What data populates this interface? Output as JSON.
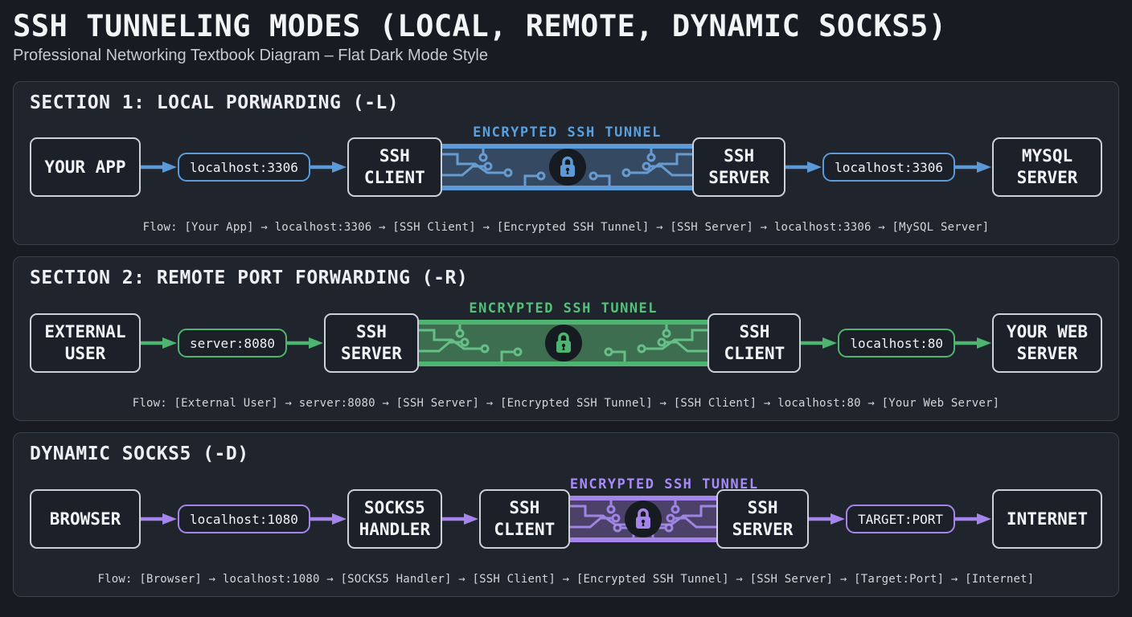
{
  "header": {
    "title": "SSH TUNNELING MODES (LOCAL, REMOTE, DYNAMIC SOCKS5)",
    "subtitle": "Professional Networking Textbook Diagram – Flat Dark Mode Style"
  },
  "page_background": "#181b22",
  "sections": [
    {
      "heading": "SECTION 1: LOCAL PORWARDING (-L)",
      "tunnel_label": "ENCRYPTED SSH TUNNEL",
      "nodes": [
        "YOUR APP",
        "localhost:3306",
        "SSH CLIENT",
        "SSH SERVER",
        "localhost:3306",
        "MYSQL SERVER"
      ],
      "flow": "Flow: [Your App] → localhost:3306 → [SSH Client] → [Encrypted SSH Tunnel] → [SSH Server] → localhost:3306 → [MySQL Server]",
      "colors": {
        "accent": "#5b9ad7",
        "fill": "#354962",
        "trace": "#6ea6dd",
        "label": "#58a0e0"
      }
    },
    {
      "heading": "SECTION 2: REMOTE PORT FORWARDING (-R)",
      "tunnel_label": "ENCRYPTED SSH TUNNEL",
      "nodes": [
        "EXTERNAL USER",
        "server:8080",
        "SSH SERVER",
        "SSH CLIENT",
        "localhost:80",
        "YOUR WEB SERVER"
      ],
      "flow": "Flow: [External User] → server:8080 → [SSH Server] → [Encrypted SSH Tunnel] → [SSH Client] → localhost:80 → [Your Web Server]",
      "colors": {
        "accent": "#4db56f",
        "fill": "#3d6e50",
        "trace": "#6cc88f",
        "label": "#55c07a"
      }
    },
    {
      "heading": "DYNAMIC SOCKS5 (-D)",
      "tunnel_label": "ENCRYPTED SSH TUNNEL",
      "nodes": [
        "BROWSER",
        "localhost:1080",
        "SOCKS5 HANDLER",
        "SSH CLIENT",
        "SSH SERVER",
        "TARGET:PORT",
        "INTERNET"
      ],
      "flow": "Flow: [Browser] → localhost:1080 → [SOCKS5 Handler] → [SSH Client] → [Encrypted SSH Tunnel] → [SSH Server] → [Target:Port] → [Internet]",
      "colors": {
        "accent": "#a585ea",
        "fill": "#4b4169",
        "trace": "#a88df0",
        "label": "#a78bfa"
      }
    }
  ]
}
